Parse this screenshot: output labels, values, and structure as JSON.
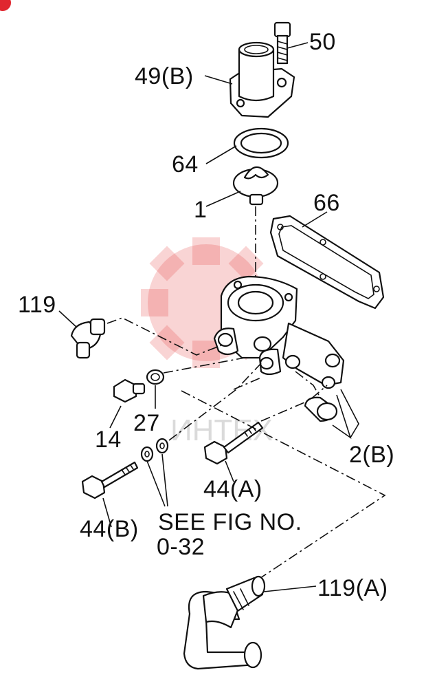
{
  "labels": {
    "p50": "50",
    "p49b": "49(B)",
    "p64": "64",
    "p1": "1",
    "p66": "66",
    "p119": "119",
    "p14": "14",
    "p27": "27",
    "p2b": "2(B)",
    "p44a": "44(A)",
    "p44b": "44(B)",
    "note_line1": "SEE FIG NO.",
    "note_line2": "0-32",
    "p119a": "119(A)"
  },
  "watermark": {
    "text": "ИНТЕХ",
    "color": "#e23b3b"
  },
  "corner_badge_color": "#e0262f"
}
